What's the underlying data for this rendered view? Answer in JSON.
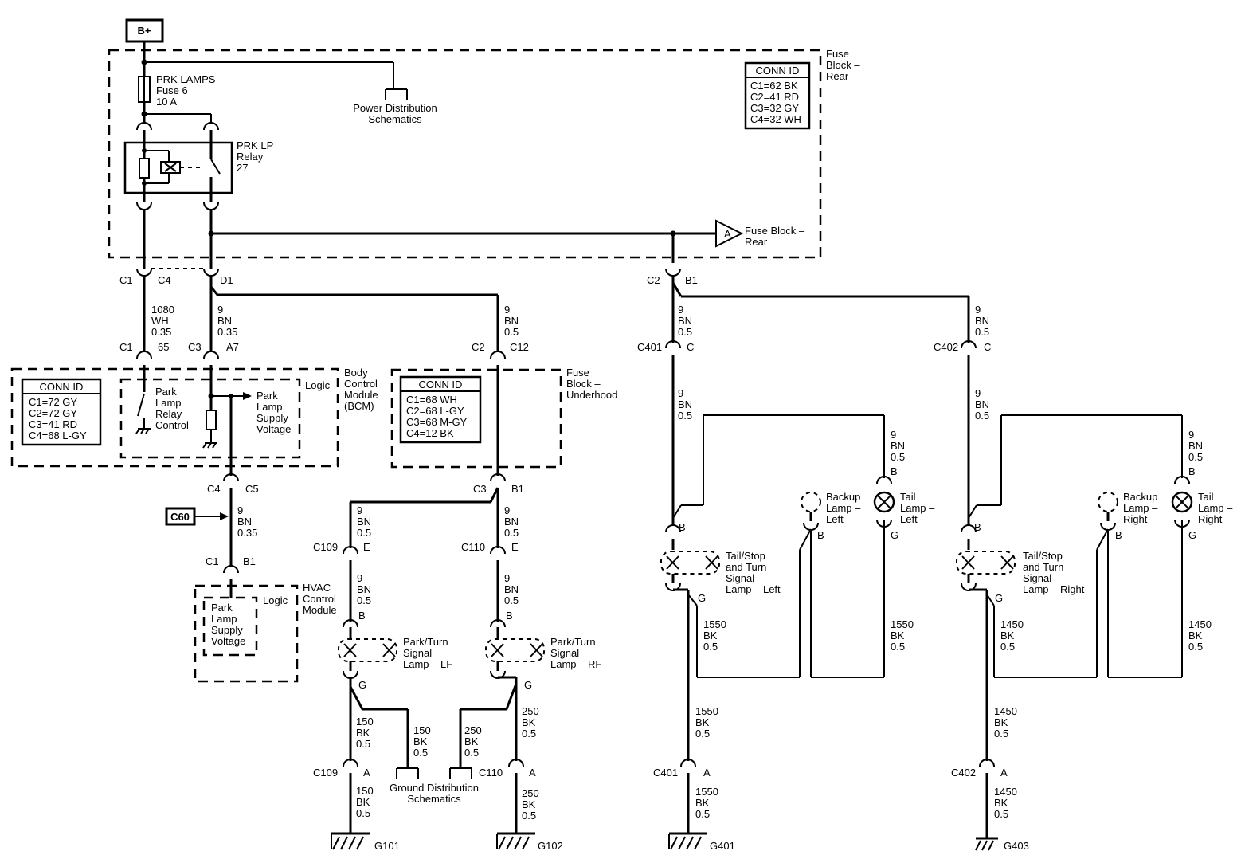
{
  "top": {
    "bplus": "B+",
    "power_dist": [
      "Power Distribution",
      "Schematics"
    ],
    "fuse_a": {
      "letter": "A",
      "label": [
        "Fuse Block –",
        "Rear"
      ]
    }
  },
  "fuse_block_rear": {
    "label": [
      "Fuse",
      "Block –",
      "Rear"
    ],
    "conn_id": {
      "title": "CONN ID",
      "rows": [
        "C1=62 BK",
        "C2=41 RD",
        "C3=32 GY",
        "C4=32 WH"
      ]
    }
  },
  "fuse": {
    "label": [
      "PRK LAMPS",
      "Fuse 6",
      "10 A"
    ]
  },
  "relay": {
    "label": [
      "PRK LP",
      "Relay",
      "27"
    ]
  },
  "conn": {
    "c1_top": "C1",
    "c4_top": "C4",
    "d1_top": "D1",
    "c1_bcm": "C1",
    "p65": "65",
    "c3_bcm": "C3",
    "a7": "A7",
    "c2_fbu": "C2",
    "c12": "C12",
    "c4_bcm": "C4",
    "c5": "C5",
    "c1_hvac": "C1",
    "b1_hvac": "B1",
    "c3_fbu": "C3",
    "b1_fbu": "B1",
    "c109": "C109",
    "c110": "C110",
    "c2_rear": "C2",
    "b1_rear": "B1",
    "c401": "C401",
    "c402": "C402",
    "a": "A",
    "b": "B",
    "c": "C",
    "e": "E",
    "g": "G"
  },
  "wires": {
    "w1080": [
      "1080",
      "WH",
      "0.35"
    ],
    "w9_a": [
      "9",
      "BN",
      "0.35"
    ],
    "w9_b": [
      "9",
      "BN",
      "0.5"
    ],
    "w9_hvac": [
      "9",
      "BN",
      "0.35"
    ],
    "w9_lf1": [
      "9",
      "BN",
      "0.5"
    ],
    "w9_rf1": [
      "9",
      "BN",
      "0.5"
    ],
    "w9_lf2": [
      "9",
      "BN",
      "0.5"
    ],
    "w9_rf2": [
      "9",
      "BN",
      "0.5"
    ],
    "w150_a": [
      "150",
      "BK",
      "0.5"
    ],
    "w150_b": [
      "150",
      "BK",
      "0.5"
    ],
    "w150_c": [
      "150",
      "BK",
      "0.5"
    ],
    "w250_a": [
      "250",
      "BK",
      "0.5"
    ],
    "w250_b": [
      "250",
      "BK",
      "0.5"
    ],
    "w250_c": [
      "250",
      "BK",
      "0.5"
    ],
    "w9_rl1": [
      "9",
      "BN",
      "0.5"
    ],
    "w9_rr1": [
      "9",
      "BN",
      "0.5"
    ],
    "w9_rl2": [
      "9",
      "BN",
      "0.5"
    ],
    "w9_rr2": [
      "9",
      "BN",
      "0.5"
    ],
    "w9_tl": [
      "9",
      "BN",
      "0.5"
    ],
    "w9_tr": [
      "9",
      "BN",
      "0.5"
    ],
    "w1550_a": [
      "1550",
      "BK",
      "0.5"
    ],
    "w1550_tl": [
      "1550",
      "BK",
      "0.5"
    ],
    "w1550_b": [
      "1550",
      "BK",
      "0.5"
    ],
    "w1550_c": [
      "1550",
      "BK",
      "0.5"
    ],
    "w1450_a": [
      "1450",
      "BK",
      "0.5"
    ],
    "w1450_tr": [
      "1450",
      "BK",
      "0.5"
    ],
    "w1450_b": [
      "1450",
      "BK",
      "0.5"
    ],
    "w1450_c": [
      "1450",
      "BK",
      "0.5"
    ]
  },
  "bcm": {
    "label": [
      "Body",
      "Control",
      "Module",
      "(BCM)"
    ],
    "logic": "Logic",
    "conn_id": {
      "title": "CONN ID",
      "rows": [
        "C1=72 GY",
        "C2=72 GY",
        "C3=41 RD",
        "C4=68 L-GY"
      ]
    },
    "park_relay": [
      "Park",
      "Lamp",
      "Relay",
      "Control"
    ],
    "park_supply": [
      "Park",
      "Lamp",
      "Supply",
      "Voltage"
    ]
  },
  "hvac": {
    "c60": "C60",
    "logic": "Logic",
    "label": [
      "HVAC",
      "Control",
      "Module"
    ],
    "supply": [
      "Park",
      "Lamp",
      "Supply",
      "Voltage"
    ]
  },
  "fbu": {
    "label": [
      "Fuse",
      "Block –",
      "Underhood"
    ],
    "conn_id": {
      "title": "CONN ID",
      "rows": [
        "C1=68 WH",
        "C2=68 L-GY",
        "C3=68 M-GY",
        "C4=12 BK"
      ]
    }
  },
  "lamps": {
    "lf": [
      "Park/Turn",
      "Signal",
      "Lamp – LF"
    ],
    "rf": [
      "Park/Turn",
      "Signal",
      "Lamp – RF"
    ],
    "tsl": [
      "Tail/Stop",
      "and Turn",
      "Signal",
      "Lamp – Left"
    ],
    "tsr": [
      "Tail/Stop",
      "and Turn",
      "Signal",
      "Lamp – Right"
    ],
    "backup_l": [
      "Backup",
      "Lamp –",
      "Left"
    ],
    "backup_r": [
      "Backup",
      "Lamp –",
      "Right"
    ],
    "tail_l": [
      "Tail",
      "Lamp –",
      "Left"
    ],
    "tail_r": [
      "Tail",
      "Lamp –",
      "Right"
    ]
  },
  "ground": {
    "dist": [
      "Ground Distribution",
      "Schematics"
    ],
    "g101": "G101",
    "g102": "G102",
    "g401": "G401",
    "g403": "G403"
  }
}
